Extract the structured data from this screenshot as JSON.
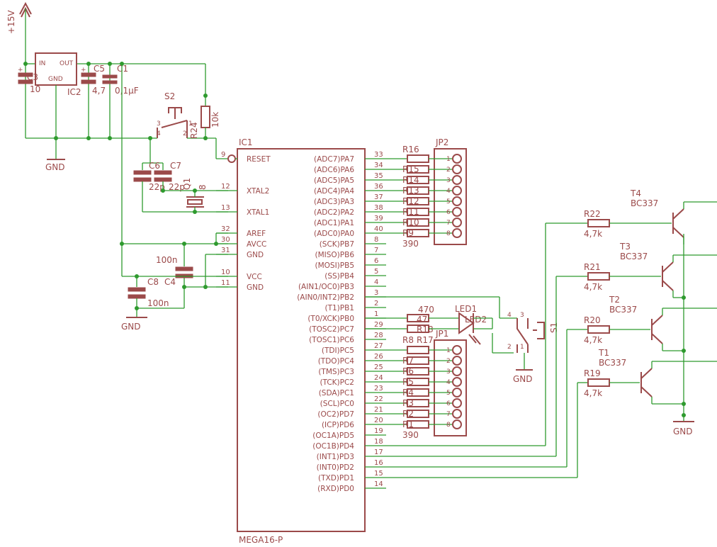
{
  "colors": {
    "wire": "#2e9a2e",
    "part": "#9b4a4a"
  },
  "supply": {
    "label": "+15V"
  },
  "gnd_label": "GND",
  "regulator": {
    "name": "IC2",
    "in": "IN",
    "out": "OUT",
    "gnd": "GND"
  },
  "caps": {
    "c3": {
      "name": "C3",
      "value": "10"
    },
    "c5": {
      "name": "C5",
      "value": "4,7"
    },
    "c1": {
      "name": "C1",
      "value": "0,1µF"
    },
    "c6": {
      "name": "C6",
      "value": "22p"
    },
    "c7": {
      "name": "C7",
      "value": "22p"
    },
    "c4": {
      "name": "C4",
      "value": "100n"
    },
    "c8": {
      "name": "C8",
      "value": "100n"
    }
  },
  "switch_s2": {
    "name": "S2",
    "pins": [
      "3",
      "4",
      "1",
      "2"
    ]
  },
  "r24": {
    "name": "R24",
    "value": "10k"
  },
  "quartz": {
    "name": "Q1",
    "value": "8"
  },
  "mcu": {
    "name": "IC1",
    "part": "MEGA16-P",
    "left_pins": [
      {
        "num": "9",
        "name": "RESET"
      },
      {
        "num": "12",
        "name": "XTAL2"
      },
      {
        "num": "13",
        "name": "XTAL1"
      },
      {
        "num": "32",
        "name": "AREF"
      },
      {
        "num": "30",
        "name": "AVCC"
      },
      {
        "num": "31",
        "name": "GND"
      },
      {
        "num": "10",
        "name": "VCC"
      },
      {
        "num": "11",
        "name": "GND"
      }
    ],
    "right_pins": [
      {
        "num": "33",
        "name": "(ADC7)PA7"
      },
      {
        "num": "34",
        "name": "(ADC6)PA6"
      },
      {
        "num": "35",
        "name": "(ADC5)PA5"
      },
      {
        "num": "36",
        "name": "(ADC4)PA4"
      },
      {
        "num": "37",
        "name": "(ADC3)PA3"
      },
      {
        "num": "38",
        "name": "(ADC2)PA2"
      },
      {
        "num": "39",
        "name": "(ADC1)PA1"
      },
      {
        "num": "40",
        "name": "(ADC0)PA0"
      },
      {
        "num": "8",
        "name": "(SCK)PB7"
      },
      {
        "num": "7",
        "name": "(MISO)PB6"
      },
      {
        "num": "6",
        "name": "(MOSI)PB5"
      },
      {
        "num": "5",
        "name": "(SS)PB4"
      },
      {
        "num": "4",
        "name": "(AIN1/OC0)PB3"
      },
      {
        "num": "3",
        "name": "(AIN0/INT2)PB2"
      },
      {
        "num": "2",
        "name": "(T1)PB1"
      },
      {
        "num": "1",
        "name": "(T0/XCK)PB0"
      },
      {
        "num": "29",
        "name": "(TOSC2)PC7"
      },
      {
        "num": "28",
        "name": "(TOSC1)PC6"
      },
      {
        "num": "27",
        "name": "(TDI)PC5"
      },
      {
        "num": "26",
        "name": "(TDO)PC4"
      },
      {
        "num": "25",
        "name": "(TMS)PC3"
      },
      {
        "num": "24",
        "name": "(TCK)PC2"
      },
      {
        "num": "23",
        "name": "(SDA)PC1"
      },
      {
        "num": "22",
        "name": "(SCL)PC0"
      },
      {
        "num": "21",
        "name": "(OC2)PD7"
      },
      {
        "num": "20",
        "name": "(ICP)PD6"
      },
      {
        "num": "19",
        "name": "(OC1A)PD5"
      },
      {
        "num": "18",
        "name": "(OC1B)PD4"
      },
      {
        "num": "17",
        "name": "(INT1)PD3"
      },
      {
        "num": "16",
        "name": "(INT0)PD2"
      },
      {
        "num": "15",
        "name": "(TXD)PD1"
      },
      {
        "num": "14",
        "name": "(RXD)PD0"
      }
    ]
  },
  "jp2": {
    "name": "JP2",
    "resistor_first": "R16",
    "resistor_labels": [
      "R15",
      "R14",
      "R13",
      "R12",
      "R11",
      "R10",
      "R9"
    ],
    "value": "390",
    "pins": [
      "1",
      "2",
      "3",
      "4",
      "5",
      "6",
      "7",
      "8"
    ]
  },
  "jp1": {
    "name": "JP1",
    "resistor_first": "R8",
    "resistor_second": "R17",
    "resistor_labels": [
      "R7",
      "R6",
      "R5",
      "R4",
      "R3",
      "R2",
      "R1"
    ],
    "value": "390",
    "pins": [
      "1",
      "2",
      "3",
      "4",
      "5",
      "6",
      "7",
      "8"
    ]
  },
  "led": {
    "name": "LED1",
    "second": "LED2",
    "resistor_value": "470",
    "r18": "R18",
    "r_val": "47"
  },
  "switch_s1": {
    "name": "S1",
    "pins": [
      "4",
      "3",
      "2",
      "1"
    ]
  },
  "transistors": [
    {
      "name": "T4",
      "type": "BC337",
      "r_name": "R22",
      "r_value": "4,7k"
    },
    {
      "name": "T3",
      "type": "BC337",
      "r_name": "R21",
      "r_value": "4,7k"
    },
    {
      "name": "T2",
      "type": "BC337",
      "r_name": "R20",
      "r_value": "4,7k"
    },
    {
      "name": "T1",
      "type": "BC337",
      "r_name": "R19",
      "r_value": "4,7k"
    }
  ]
}
